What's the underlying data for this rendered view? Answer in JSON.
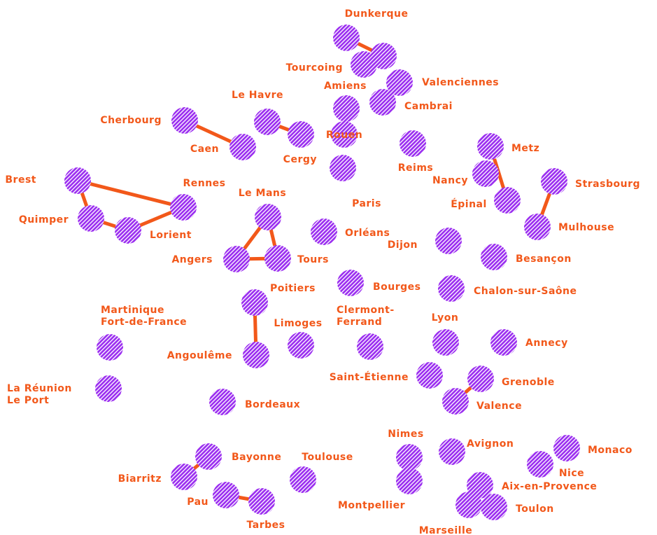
{
  "colors": {
    "label": "#f2581a",
    "link": "#f2581a",
    "dot_fill": "#9b2ef0",
    "dot_stripe": "#ffffff"
  },
  "cities": [
    {
      "id": "dunkerque",
      "label": "Dunkerque"
    },
    {
      "id": "tourcoing",
      "label": "Tourcoing"
    },
    {
      "id": "lille",
      "label": ""
    },
    {
      "id": "amiens",
      "label": "Amiens"
    },
    {
      "id": "valenciennes",
      "label": "Valenciennes"
    },
    {
      "id": "cambrai",
      "label": "Cambrai"
    },
    {
      "id": "le-havre",
      "label": "Le Havre"
    },
    {
      "id": "rouen",
      "label": "Rouen"
    },
    {
      "id": "cherbourg",
      "label": "Cherbourg"
    },
    {
      "id": "caen",
      "label": "Caen"
    },
    {
      "id": "cergy",
      "label": "Cergy"
    },
    {
      "id": "paris",
      "label": "Paris"
    },
    {
      "id": "reims",
      "label": "Reims"
    },
    {
      "id": "metz",
      "label": "Metz"
    },
    {
      "id": "nancy",
      "label": "Nancy"
    },
    {
      "id": "epinal",
      "label": "Épinal"
    },
    {
      "id": "strasbourg",
      "label": "Strasbourg"
    },
    {
      "id": "mulhouse",
      "label": "Mulhouse"
    },
    {
      "id": "brest",
      "label": "Brest"
    },
    {
      "id": "rennes",
      "label": "Rennes"
    },
    {
      "id": "quimper",
      "label": "Quimper"
    },
    {
      "id": "lorient",
      "label": "Lorient"
    },
    {
      "id": "le-mans",
      "label": "Le Mans"
    },
    {
      "id": "angers",
      "label": "Angers"
    },
    {
      "id": "tours",
      "label": "Tours"
    },
    {
      "id": "orleans",
      "label": "Orléans"
    },
    {
      "id": "dijon",
      "label": "Dijon"
    },
    {
      "id": "besancon",
      "label": "Besançon"
    },
    {
      "id": "bourges",
      "label": "Bourges"
    },
    {
      "id": "chalon",
      "label": "Chalon-sur-Saône"
    },
    {
      "id": "poitiers",
      "label": "Poitiers"
    },
    {
      "id": "limoges",
      "label": "Limoges"
    },
    {
      "id": "angouleme",
      "label": "Angoulême"
    },
    {
      "id": "martinique",
      "label": "Martinique\nFort-de-France"
    },
    {
      "id": "clermont",
      "label": "Clermont-\nFerrand"
    },
    {
      "id": "lyon",
      "label": "Lyon"
    },
    {
      "id": "annecy",
      "label": "Annecy"
    },
    {
      "id": "saint-etienne",
      "label": "Saint-Étienne"
    },
    {
      "id": "grenoble",
      "label": "Grenoble"
    },
    {
      "id": "valence",
      "label": "Valence"
    },
    {
      "id": "la-reunion",
      "label": "La Réunion\nLe Port"
    },
    {
      "id": "bordeaux",
      "label": "Bordeaux"
    },
    {
      "id": "nimes",
      "label": "Nimes"
    },
    {
      "id": "avignon",
      "label": "Avignon"
    },
    {
      "id": "monaco",
      "label": "Monaco"
    },
    {
      "id": "nice",
      "label": "Nice"
    },
    {
      "id": "bayonne",
      "label": "Bayonne"
    },
    {
      "id": "toulouse",
      "label": "Toulouse"
    },
    {
      "id": "biarritz",
      "label": "Biarritz"
    },
    {
      "id": "aix",
      "label": "Aix-en-Provence"
    },
    {
      "id": "pau",
      "label": "Pau"
    },
    {
      "id": "montpellier",
      "label": "Montpellier"
    },
    {
      "id": "toulon",
      "label": "Toulon"
    },
    {
      "id": "tarbes",
      "label": "Tarbes"
    },
    {
      "id": "marseille",
      "label": "Marseille"
    }
  ],
  "links": [
    [
      "dunkerque",
      "lille"
    ],
    [
      "le-havre",
      "cergy"
    ],
    [
      "cherbourg",
      "caen"
    ],
    [
      "brest",
      "rennes"
    ],
    [
      "brest",
      "quimper"
    ],
    [
      "quimper",
      "lorient"
    ],
    [
      "lorient",
      "rennes"
    ],
    [
      "le-mans",
      "angers"
    ],
    [
      "le-mans",
      "tours"
    ],
    [
      "angers",
      "tours"
    ],
    [
      "metz",
      "epinal"
    ],
    [
      "strasbourg",
      "mulhouse"
    ],
    [
      "poitiers",
      "angouleme"
    ],
    [
      "grenoble",
      "valence"
    ],
    [
      "bayonne",
      "biarritz"
    ],
    [
      "pau",
      "tarbes"
    ]
  ]
}
